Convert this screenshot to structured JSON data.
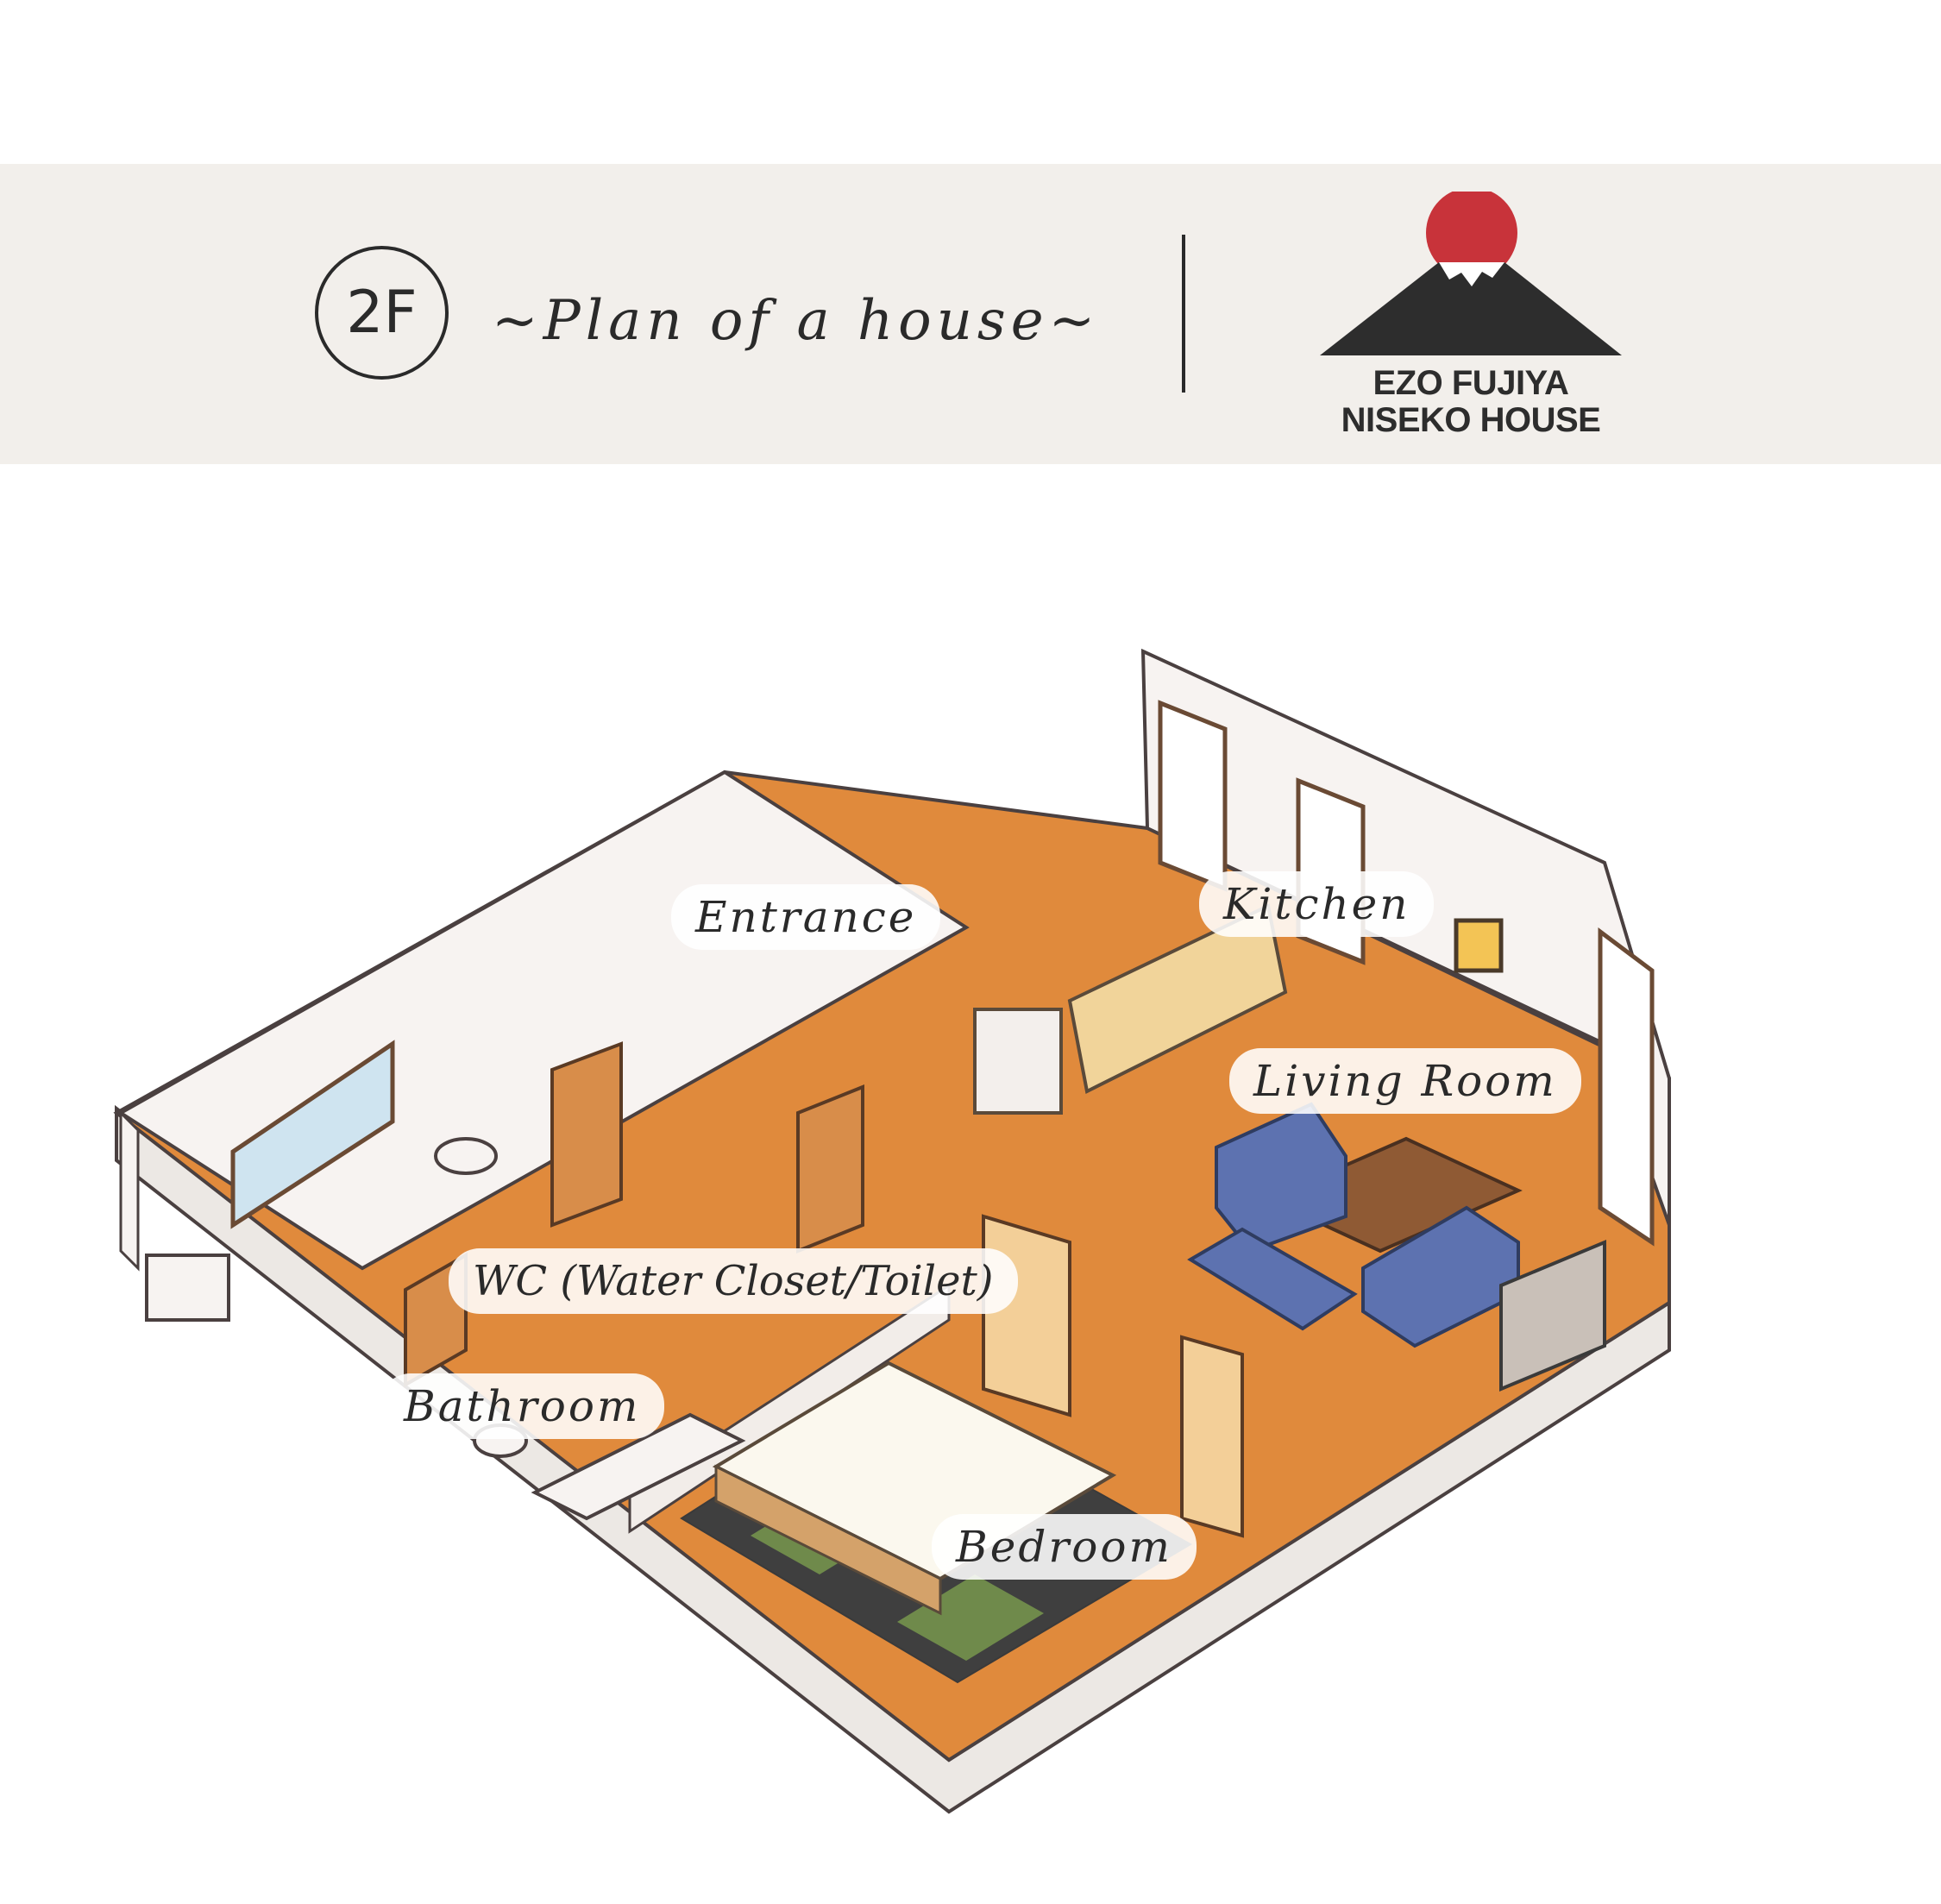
{
  "header": {
    "floor_badge": "2F",
    "title": "~Plan of a house~"
  },
  "logo": {
    "line1": "EZO FUJIYA",
    "line2": "NISEKO HOUSE",
    "sun_color": "#c8333a",
    "mountain_color": "#2d2d2d"
  },
  "rooms": {
    "entrance": "Entrance",
    "kitchen": "Kitchen",
    "living_room": "Living Room",
    "wc": "WC (Water Closet/Toilet)",
    "bathroom": "Bathroom",
    "bedroom": "Bedroom"
  },
  "colors": {
    "floor": "#e08a3c",
    "wall": "#f7f3f1",
    "sofa": "#5d72b0",
    "bed": "#fbf8ee"
  }
}
